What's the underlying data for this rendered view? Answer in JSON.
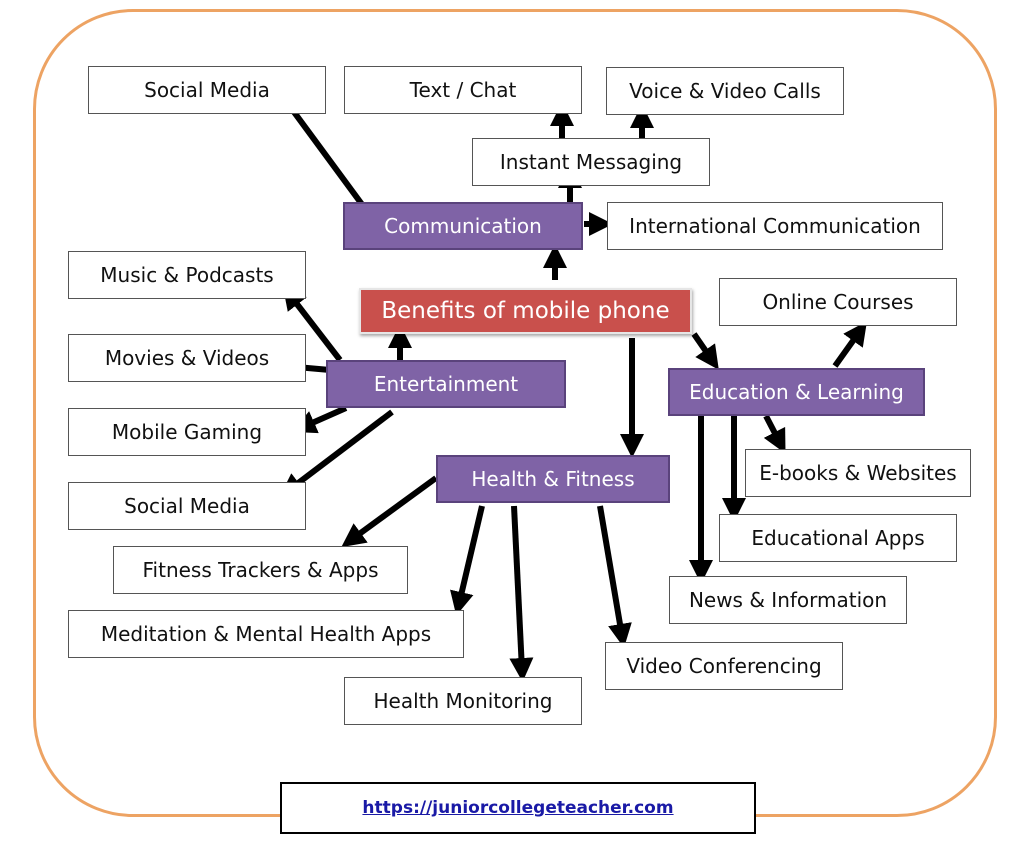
{
  "root": "Benefits of mobile phone",
  "hubs": {
    "communication": "Communication",
    "entertainment": "Entertainment",
    "health": "Health & Fitness",
    "education": "Education & Learning"
  },
  "communication_items": {
    "social_media": "Social Media",
    "text_chat": "Text / Chat",
    "voice_video": "Voice & Video Calls",
    "instant_messaging": "Instant Messaging",
    "international": "International Communication"
  },
  "entertainment_items": {
    "music": "Music & Podcasts",
    "movies": "Movies & Videos",
    "gaming": "Mobile Gaming",
    "social_media": "Social Media"
  },
  "health_items": {
    "trackers": "Fitness Trackers & Apps",
    "meditation": "Meditation & Mental Health Apps",
    "monitoring": "Health Monitoring",
    "video_conf": "Video Conferencing"
  },
  "education_items": {
    "online_courses": "Online Courses",
    "ebooks": "E-books & Websites",
    "edu_apps": "Educational Apps",
    "news": "News & Information"
  },
  "footer": {
    "link": "https://juniorcollegeteacher.com"
  },
  "colors": {
    "frame": "#eda363",
    "hub": "#7f63a6",
    "root": "#c9504c",
    "link": "#1a1aa6"
  }
}
